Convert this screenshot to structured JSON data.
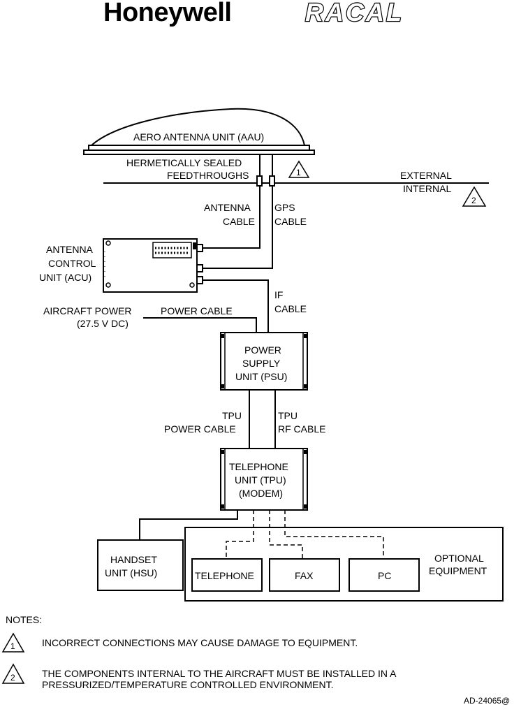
{
  "logos": {
    "left": "Honeywell",
    "right": "RACAL"
  },
  "labels": {
    "aau": "AERO ANTENNA UNIT (AAU)",
    "hermetic_1": "HERMETICALLY SEALED",
    "hermetic_2": "FEEDTHROUGHS",
    "external": "EXTERNAL",
    "internal": "INTERNAL",
    "antenna_cable_1": "ANTENNA",
    "antenna_cable_2": "CABLE",
    "gps_cable_1": "GPS",
    "gps_cable_2": "CABLE",
    "acu_1": "ANTENNA",
    "acu_2": "CONTROL",
    "acu_3": "UNIT (ACU)",
    "if_cable_1": "IF",
    "if_cable_2": "CABLE",
    "aircraft_power_1": "AIRCRAFT POWER",
    "aircraft_power_2": "(27.5 V DC)",
    "power_cable": "POWER CABLE",
    "psu_1": "POWER",
    "psu_2": "SUPPLY",
    "psu_3": "UNIT (PSU)",
    "tpu_power_1": "TPU",
    "tpu_power_2": "POWER CABLE",
    "tpu_rf_1": "TPU",
    "tpu_rf_2": "RF CABLE",
    "tpu_1": "TELEPHONE",
    "tpu_2": "UNIT (TPU)",
    "tpu_3": "(MODEM)",
    "hsu_1": "HANDSET",
    "hsu_2": "UNIT (HSU)",
    "telephone": "TELEPHONE",
    "fax": "FAX",
    "pc": "PC",
    "optional_1": "OPTIONAL",
    "optional_2": "EQUIPMENT"
  },
  "notes": {
    "heading": "NOTES:",
    "items": [
      {
        "marker": "1",
        "line1": "INCORRECT CONNECTIONS MAY CAUSE DAMAGE TO EQUIPMENT.",
        "line2": ""
      },
      {
        "marker": "2",
        "line1": "THE COMPONENTS INTERNAL TO THE AIRCRAFT MUST BE INSTALLED IN A",
        "line2": "PRESSURIZED/TEMPERATURE CONTROLLED ENVIRONMENT."
      }
    ]
  },
  "marker_refs": {
    "feedthrough": "1",
    "internal": "2"
  },
  "figure_id": "AD-24065@"
}
